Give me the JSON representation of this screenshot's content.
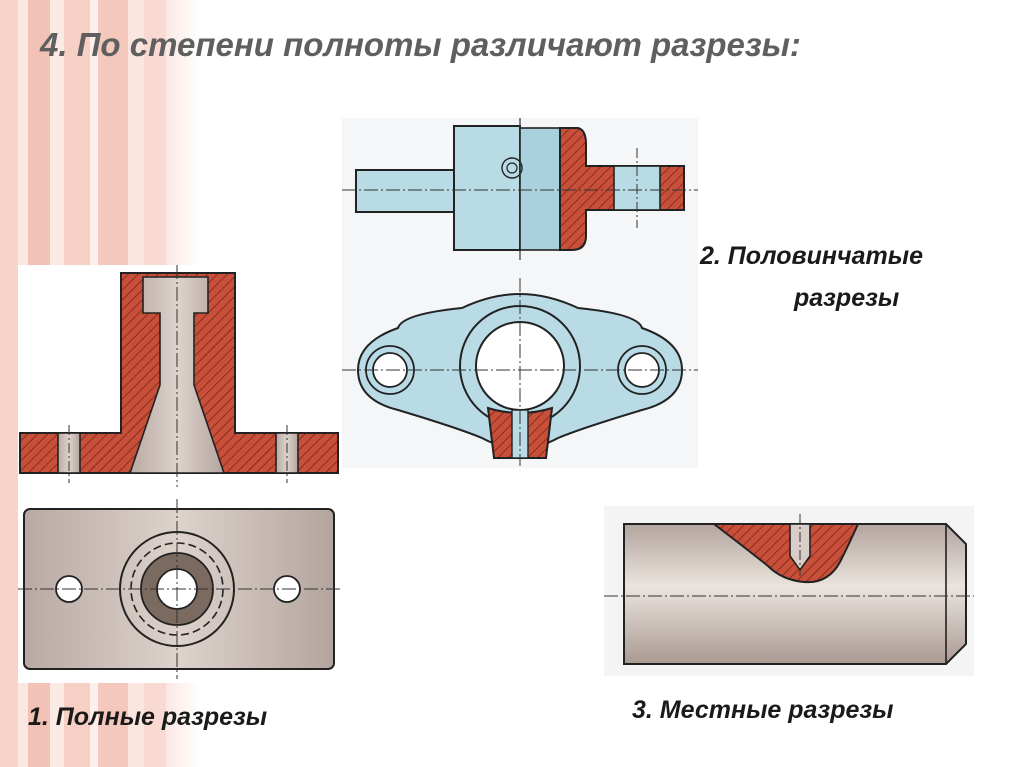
{
  "slide": {
    "title": "4. По степени полноты различают разрезы:",
    "labels": {
      "full": "1. Полные разрезы",
      "half_line1": "2. Половинчатые",
      "half_line2": "разрезы",
      "local": "3. Местные разрезы"
    },
    "colors": {
      "section_fill": "#c8503a",
      "metal_fill": "#cfc2bc",
      "blue_fill": "#b9dbe6",
      "stripe_a": "#f6cdc3",
      "stripe_b": "#fbe6e0"
    }
  }
}
